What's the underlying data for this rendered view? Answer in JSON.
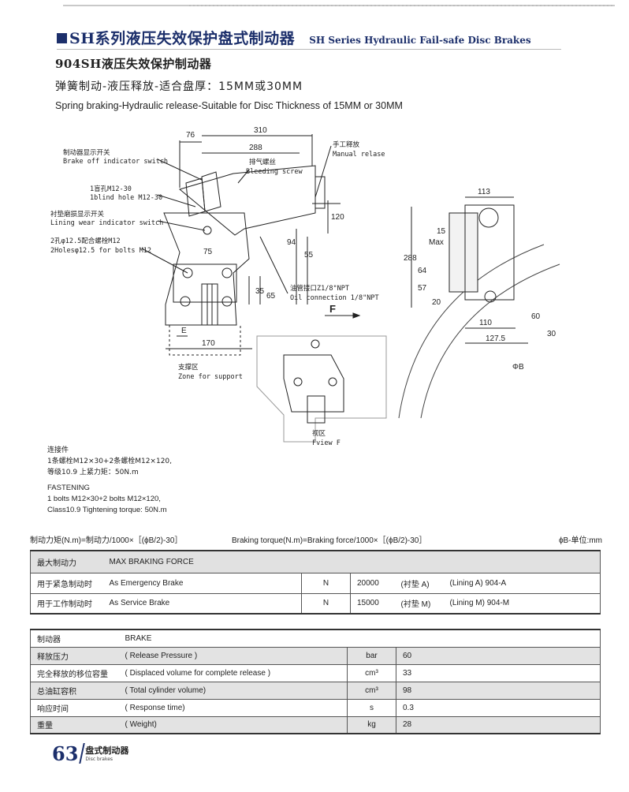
{
  "header": {
    "title_cn": "SH系列液压失效保护盘式制动器",
    "title_en": "SH Series Hydraulic Fail-safe Disc Brakes",
    "model_title": "904SH液压失效保护制动器",
    "subtitle_cn": "弹簧制动-液压释放-适合盘厚：15MM或30MM",
    "subtitle_en": "Spring braking-Hydraulic release-Suitable for Disc Thickness of 15MM or 30MM"
  },
  "drawing": {
    "labels": {
      "off_switch_cn": "制动器显示开关",
      "off_switch_en": "Brake off indicator switch",
      "blind_hole_cn": "1盲孔M12-30",
      "blind_hole_en": "1blind hole M12-30",
      "wear_switch_cn": "衬垫磨损显示开关",
      "wear_switch_en": "Lining wear indicator switch",
      "holes_cn": "2孔φ12.5配合螺栓M12",
      "holes_en": "2Holesφ12.5 for bolts M12",
      "bleed_cn": "排气螺丝",
      "bleed_en": "Bleeding screw",
      "manual_cn": "手工释放",
      "manual_en": "Manual relase",
      "oil_cn": "油管接口Z1/8\"NPT",
      "oil_en": "Oil connection 1/8\"NPT",
      "support_cn": "支撑区",
      "support_en": "Zone for support",
      "view_cn": "视区",
      "view_en": "Fview F",
      "arrow_f": "F"
    },
    "dims": {
      "d76": "76",
      "d310": "310",
      "d288": "288",
      "d120": "120",
      "d94": "94",
      "d55": "55",
      "d75": "75",
      "d35": "35",
      "d65": "65",
      "dE": "E",
      "d170": "170",
      "d113": "113",
      "d15": "15",
      "max": "Max",
      "d288b": "288",
      "d64": "64",
      "d57": "57",
      "d20": "20",
      "d110": "110",
      "d1275": "127.5",
      "d60": "60",
      "d30": "30",
      "dB": "ΦB"
    }
  },
  "fastening": {
    "title_cn": "连接件",
    "line1_cn": "1条螺栓M12×30+2条螺栓M12×120,",
    "line2_cn": "等级10.9  上紧力矩：50N.m",
    "title_en": "FASTENING",
    "line1_en": "1 bolts M12×30+2 bolts M12×120,",
    "line2_en": "Class10.9  Tightening torque: 50N.m"
  },
  "formula": {
    "cn": "制动力矩(N.m)=制动力/1000×［(ϕB/2)-30］",
    "en": "Braking torque(N.m)=Braking force/1000×［(ϕB/2)-30］",
    "unit": "ϕB-单位:mm"
  },
  "force_table": {
    "header_cn": "最大制动力",
    "header_en": "MAX BRAKING FORCE",
    "rows": [
      {
        "cn": "用于紧急制动时",
        "en": "As Emergency Brake",
        "unit": "N",
        "value": "20000",
        "lining_cn": "(衬垫  A)",
        "lining_en": "(Lining  A) 904-A"
      },
      {
        "cn": "用于工作制动时",
        "en": "As Service Brake",
        "unit": "N",
        "value": "15000",
        "lining_cn": "(衬垫  M)",
        "lining_en": "(Lining  M) 904-M"
      }
    ]
  },
  "spec_table": {
    "header_cn": "制动器",
    "header_en": "BRAKE",
    "rows": [
      {
        "cn": "释放压力",
        "en": "( Release  Pressure )",
        "unit": "bar",
        "value": "60"
      },
      {
        "cn": "完全释放的移位容量",
        "en": "( Displaced  volume  for  complete  release )",
        "unit": "cm³",
        "value": "33"
      },
      {
        "cn": "总油缸容积",
        "en": "( Total  cylinder  volume)",
        "unit": "cm³",
        "value": "98"
      },
      {
        "cn": "响应时间",
        "en": "( Response  time)",
        "unit": "s",
        "value": "0.3"
      },
      {
        "cn": "重量",
        "en": "( Weight)",
        "unit": "kg",
        "value": "28"
      }
    ]
  },
  "footer": {
    "page": "63",
    "cn": "盘式制动器",
    "en": "Disc brakes"
  }
}
